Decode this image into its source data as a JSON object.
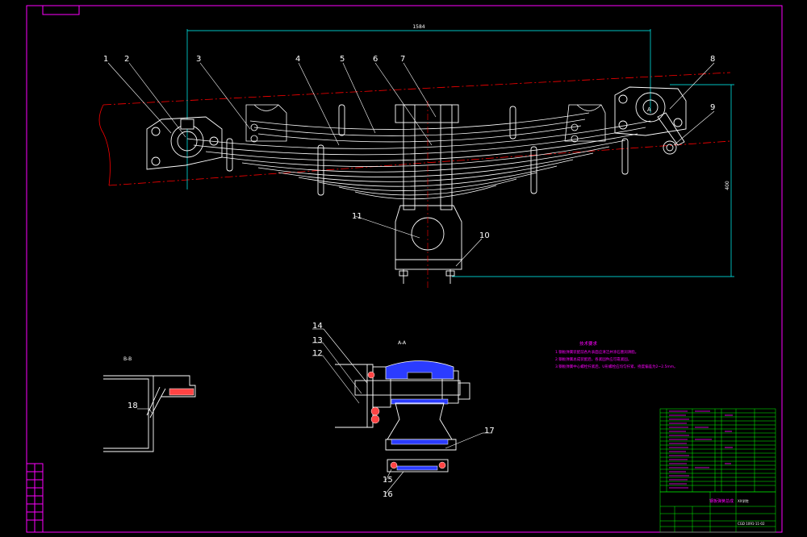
{
  "colors": {
    "frame": "#ff00ff",
    "part": "#ffffff",
    "dimension": "#00ffff",
    "centerline": "#ff0000",
    "table_grid": "#00ff00",
    "background": "#000000"
  },
  "labels": [
    "1",
    "2",
    "3",
    "4",
    "5",
    "6",
    "7",
    "8",
    "9",
    "10",
    "11",
    "12",
    "13",
    "14",
    "15",
    "16",
    "17",
    "18"
  ],
  "dimensions": {
    "overall_length": "1584",
    "height": "400"
  },
  "sections": {
    "a_marker": "A",
    "section_aa": "A-A",
    "section_bb": "B-B"
  },
  "notes": {
    "title": "技术要求",
    "lines": [
      "1.钢板弹簧装配前各片表面应清洁并涂石墨润滑脂。",
      "2.钢板弹簧总成装配后，各紧固件应可靠紧固。",
      "3.钢板弹簧中心螺栓拧紧后，U形螺栓应均匀拧紧，挠度偏差为2~2.5mm。"
    ]
  },
  "title_block": {
    "drawing_name": "钢板弹簧总成",
    "drawing_number": "CGD 1091-11-02",
    "company": "XX学院"
  }
}
